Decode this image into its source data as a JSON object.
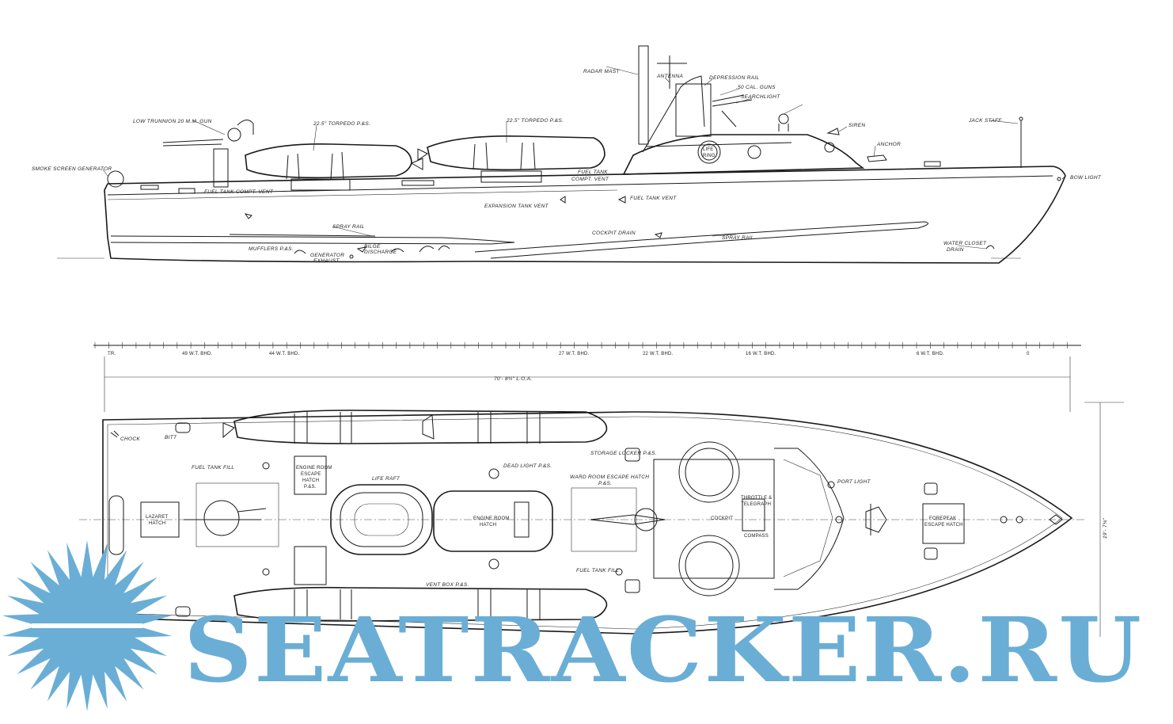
{
  "profile_labels": {
    "radar_mast": "RADAR MAST",
    "antenna": "ANTENNA",
    "depression_rail": "DEPRESSION RAIL",
    "cal_guns": ".50 CAL. GUNS",
    "searchlight": "SEARCHLIGHT",
    "low_trunnion": "LOW TRUNNION 20 M.M. GUN",
    "torpedo_aft": "22.5\" TORPEDO P.&S.",
    "torpedo_fwd": "22.5\" TORPEDO P.&S.",
    "siren": "SIREN",
    "jack_staff": "JACK STAFF",
    "anchor": "ANCHOR",
    "smoke_screen": "SMOKE SCREEN GENERATOR",
    "fuel_tank_comp_vent_aft": "FUEL TANK COMPT. VENT",
    "fuel_tank_comp_vent_fwd_1": "FUEL TANK",
    "fuel_tank_comp_vent_fwd_2": "COMPT. VENT",
    "bow_light": "BOW LIGHT",
    "life_ring_1": "LIFE",
    "life_ring_2": "RING",
    "expansion_tank_vent": "EXPANSION TANK VENT",
    "fuel_tank_vent": "FUEL TANK VENT",
    "spray_rail_aft": "SPRAY RAIL",
    "cockpit_drain": "COCKPIT DRAIN",
    "spray_rail_fwd": "SPRAY RAIL",
    "water_closet_1": "WATER CLOSET",
    "water_closet_2": "DRAIN",
    "mufflers": "MUFFLERS P.&S.",
    "generator_1": "GENERATOR",
    "generator_2": "EXHAUST",
    "bilge_1": "BILGE",
    "bilge_2": "DISCHARGE"
  },
  "scale_labels": {
    "tr": "TR.",
    "b49": "49 W.T. BHD.",
    "b44": "44 W.T. BHD.",
    "b27": "27 W.T. BHD.",
    "b22": "22 W.T. BHD.",
    "b16": "16 W.T. BHD.",
    "b6": "6 W.T. BHD.",
    "zero": "0",
    "loa": "70'- 8½\" L.O.A.",
    "beam": "19'- 7¼\""
  },
  "plan_labels": {
    "chock": "CHOCK",
    "bitt": "BITT",
    "fuel_tank_fill_aft": "FUEL TANK FILL",
    "engine_escape_1": "ENGINE ROOM",
    "engine_escape_2": "ESCAPE",
    "engine_escape_3": "HATCH",
    "engine_escape_4": "P.&S.",
    "life_raft": "LIFE RAFT",
    "dead_light": "DEAD LIGHT P.&S.",
    "storage_locker": "STORAGE LOCKER P.&S.",
    "ward_room_1": "WARD ROOM ESCAPE HATCH",
    "ward_room_2": "P.&S.",
    "port_light": "PORT LIGHT",
    "lazaret_1": "LAZARET",
    "lazaret_2": "HATCH",
    "engine_hatch_1": "ENGINE ROOM",
    "engine_hatch_2": "HATCH",
    "throttle_1": "THROTTLE &",
    "throttle_2": "TELEGRAPH",
    "cockpit": "COCKPIT",
    "compass": "COMPASS",
    "forepeak_1": "FOREPEAK",
    "forepeak_2": "ESCAPE HATCH",
    "fuel_tank_fill_fwd": "FUEL TANK FILL",
    "vent_box": "VENT BOX P.&S."
  },
  "watermark": {
    "text": "SEATRACKER.RU",
    "color": "#6aaed6"
  }
}
